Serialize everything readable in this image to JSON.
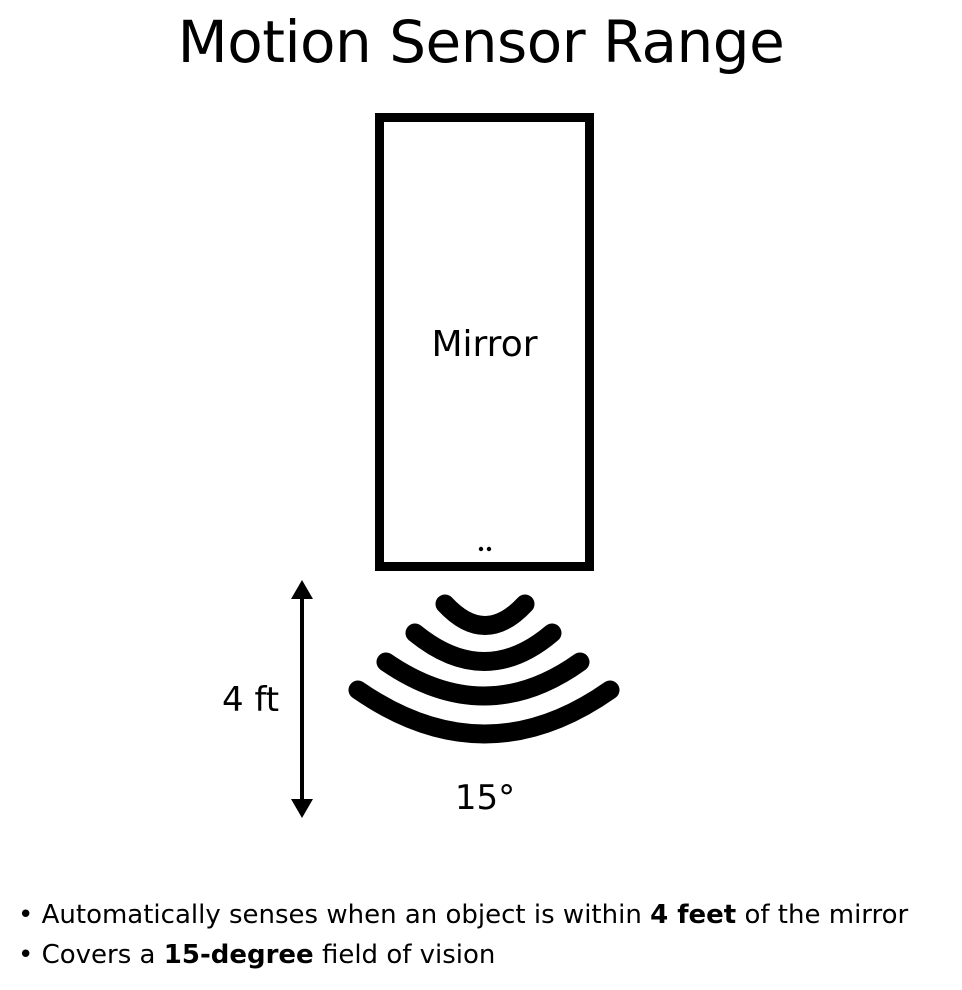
{
  "title": "Motion Sensor Range",
  "mirror_label": "Mirror",
  "distance_label": "4 ft",
  "angle_label": "15°",
  "bullets": [
    {
      "bullet": "•",
      "pre": "Automatically senses when an object is within ",
      "bold": "4 feet",
      "post": " of the mirror"
    },
    {
      "bullet": "•",
      "pre": "Covers a ",
      "bold": "15-degree",
      "post": " field of vision"
    }
  ]
}
